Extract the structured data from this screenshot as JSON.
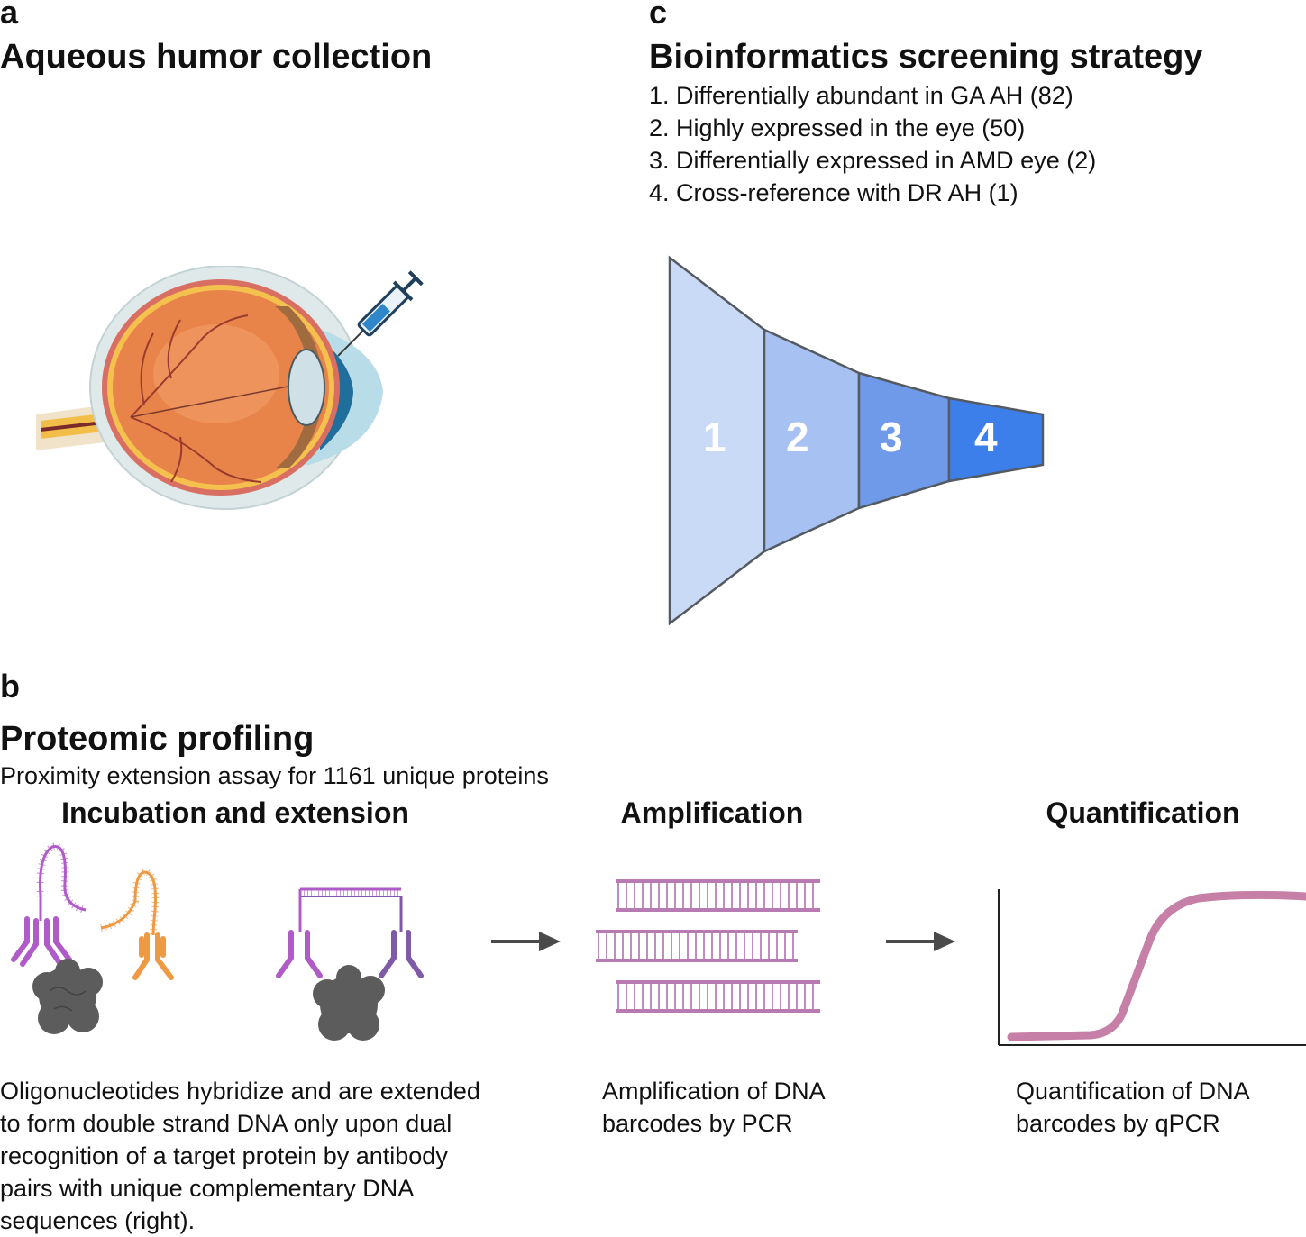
{
  "panel_a": {
    "letter": "a",
    "title": "Aqueous humor collection",
    "illustration": "eye-with-syringe-icon"
  },
  "panel_c": {
    "letter": "c",
    "title": "Bioinformatics screening strategy",
    "steps": [
      "1. Differentially abundant in GA AH (82)",
      "2. Highly expressed in the eye (50)",
      "3. Differentially expressed in AMD eye (2)",
      "4. Cross-reference with DR AH (1)"
    ],
    "funnel": {
      "labels": [
        "1",
        "2",
        "3",
        "4"
      ],
      "colors": [
        "#c9daf6",
        "#a6c1f2",
        "#6e9ae9",
        "#3c7fea"
      ],
      "stroke": "#555a60"
    }
  },
  "panel_b": {
    "letter": "b",
    "title": "Proteomic profiling",
    "subtitle": "Proximity extension assay for 1161 unique proteins",
    "stages": [
      {
        "heading": "Incubation and extension",
        "caption": "Oligonucleotides hybridize and are extended to form double strand DNA only upon dual recognition of a target protein by antibody pairs with unique complementary DNA sequences (right)."
      },
      {
        "heading": "Amplification",
        "caption": "Amplification of DNA barcodes by PCR"
      },
      {
        "heading": "Quantification",
        "caption": "Quantification of DNA barcodes by qPCR"
      }
    ],
    "colors": {
      "purple": "#b05cc8",
      "orange": "#ee9a44",
      "dark_purple": "#7f5aa8",
      "protein": "#5c5c5c",
      "dna": "#b77ab3",
      "curve": "#c67fa6",
      "arrow": "#4a4a4a"
    }
  }
}
